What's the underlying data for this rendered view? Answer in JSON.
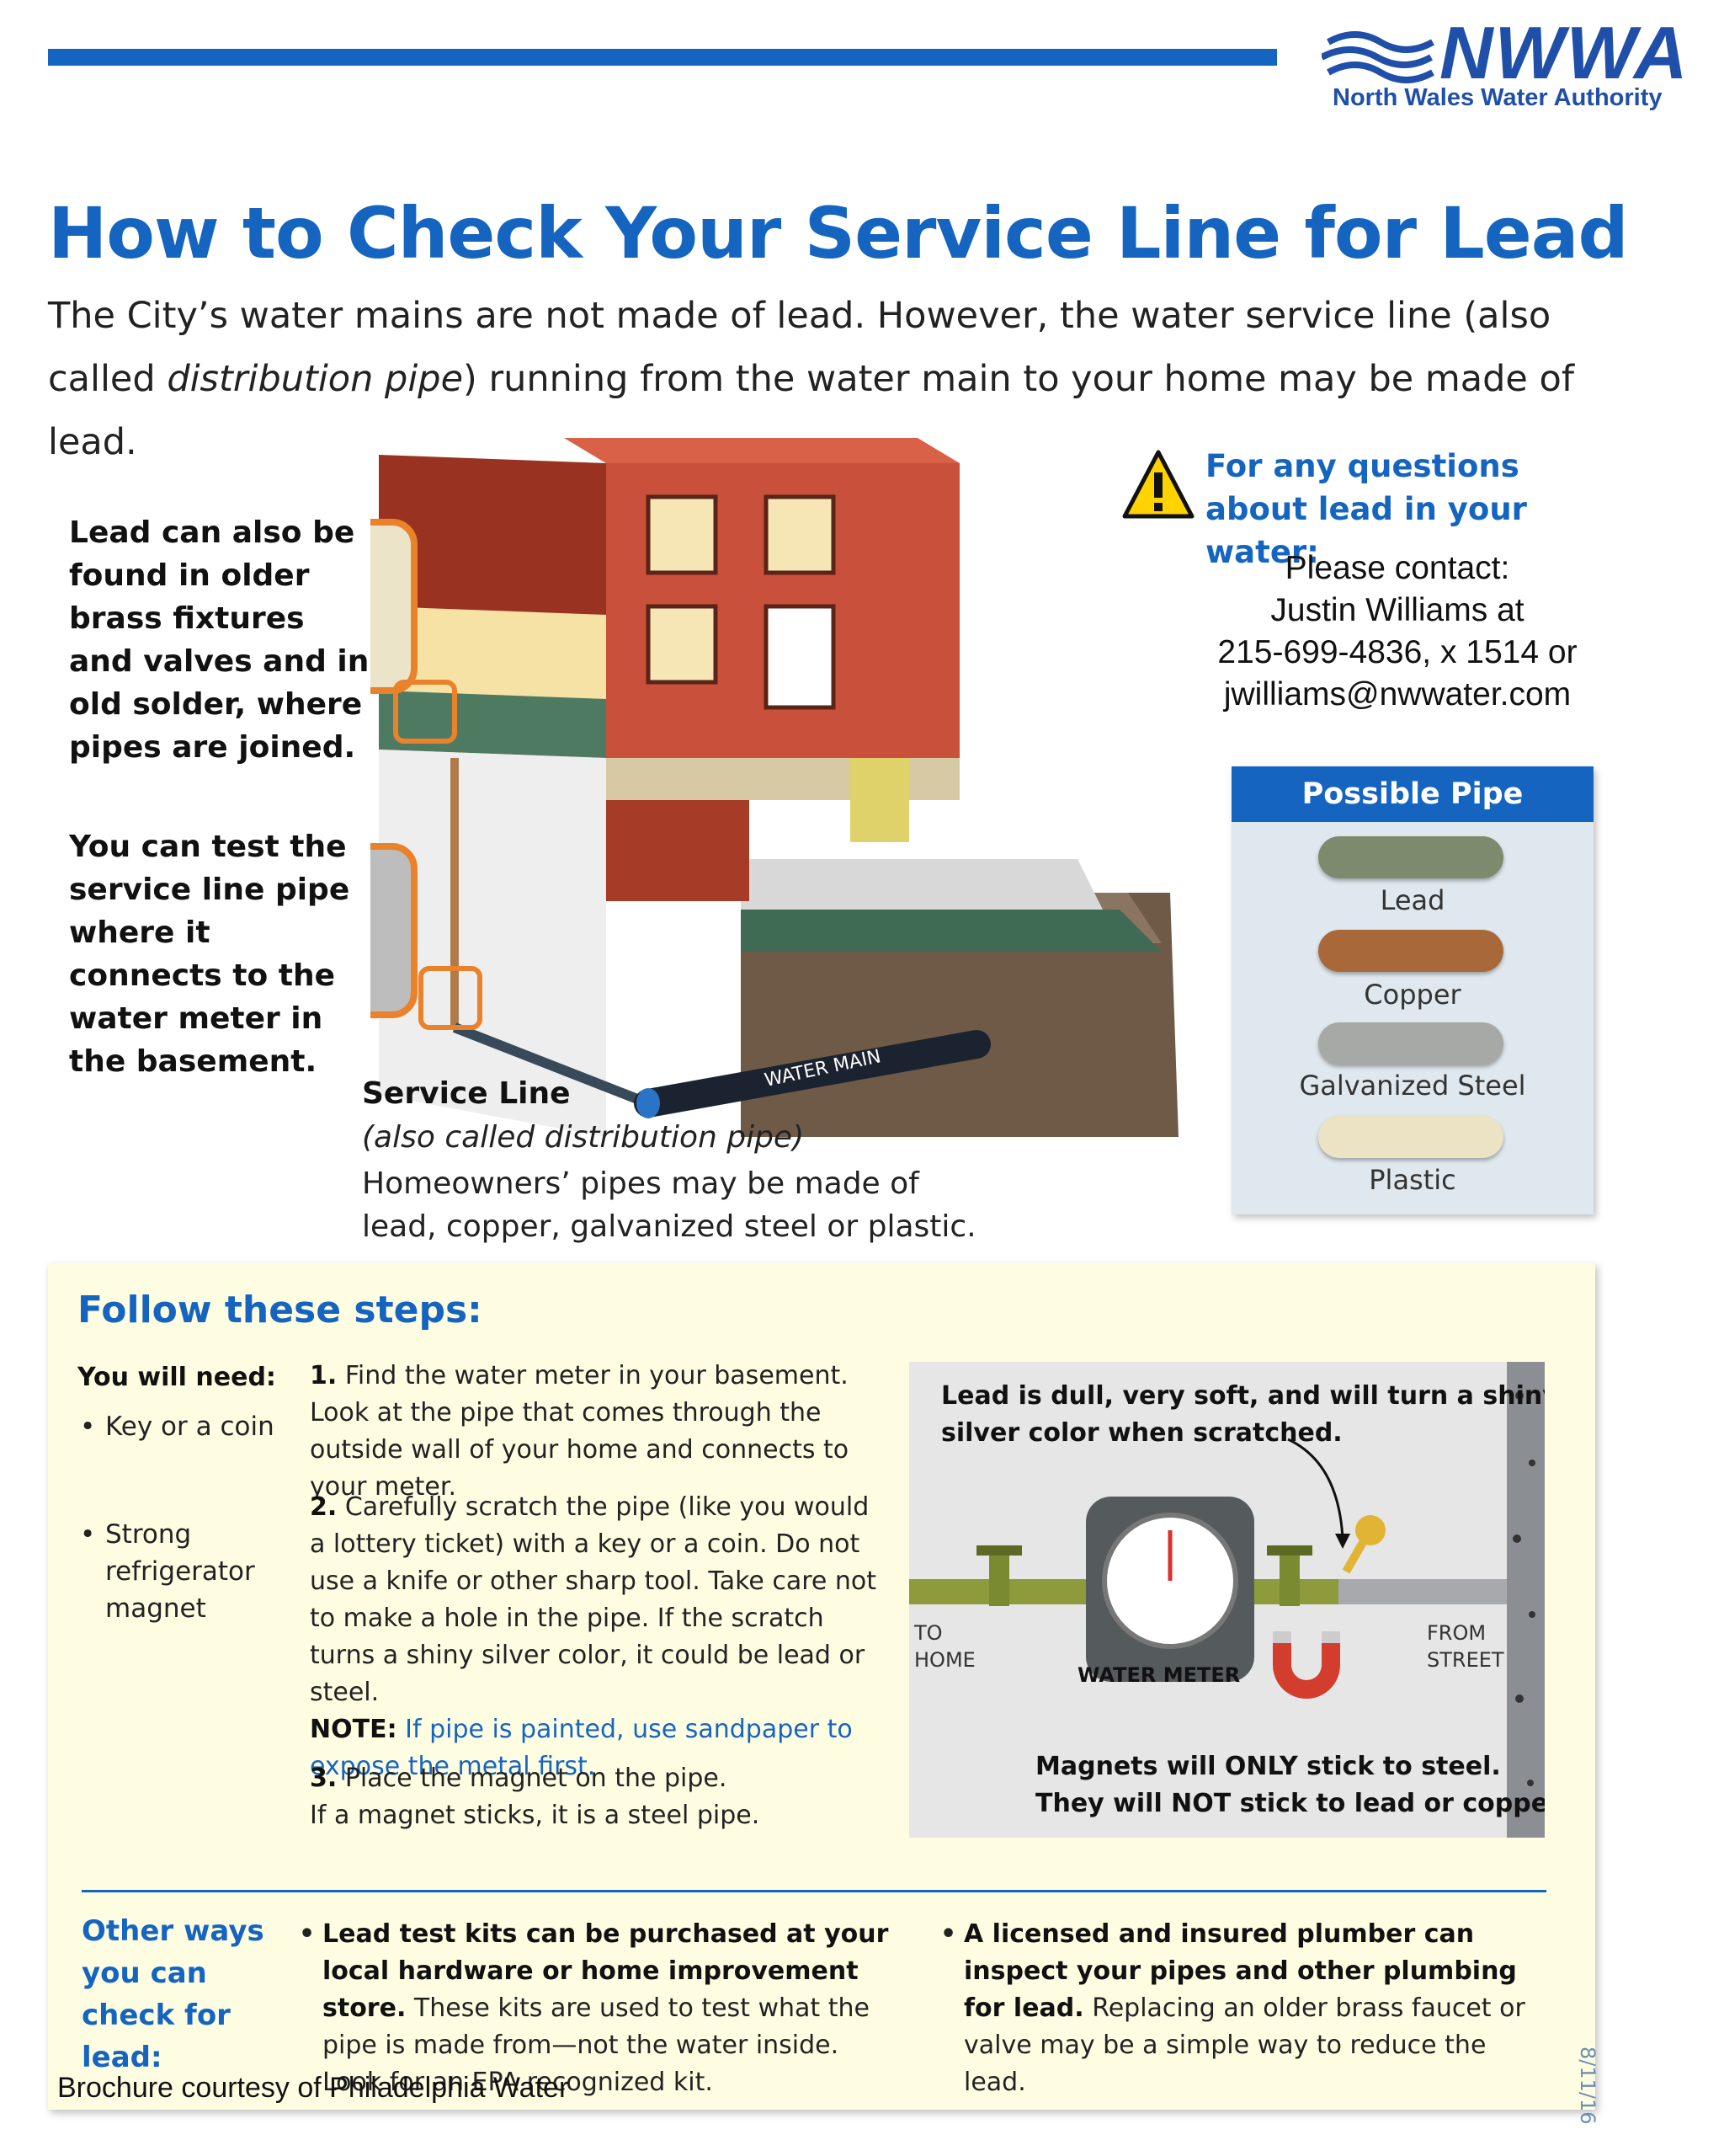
{
  "logo": {
    "wordmark": "NWWA",
    "subtitle": "North Wales Water Authority"
  },
  "title": "How to Check Your Service Line for Lead",
  "intro": {
    "line1": "The City’s water mains are not made of lead. However, the water service line (also",
    "line2_pre": "called ",
    "line2_em": "distribution pipe",
    "line2_post": ") running from the water main to your home may be made of lead."
  },
  "callouts": {
    "fixtures": "Lead can also be found in older brass fixtures and valves and in old solder, where pipes are joined.",
    "test": "You can test the service line pipe where it connects to the water meter in the basement."
  },
  "contact": {
    "heading": "For any questions about lead in your water:",
    "line1": "Please contact:",
    "line2": "Justin Williams at",
    "line3": "215-699-4836, x 1514 or",
    "line4": "jwilliams@nwwater.com"
  },
  "pipe_materials": {
    "heading": "Possible Pipe Materials",
    "items": [
      {
        "label": "Lead",
        "color": "#7d8a6e"
      },
      {
        "label": "Copper",
        "color": "#a8683a"
      },
      {
        "label": "Galvanized Steel",
        "color": "#a7a9a6"
      },
      {
        "label": "Plastic",
        "color": "#ece3c4"
      }
    ]
  },
  "house_labels": {
    "water_main": "WATER MAIN"
  },
  "service_line": {
    "title": "Service Line",
    "subtitle": "(also called distribution pipe)",
    "body": "Homeowners’ pipes may be made of lead, copper, galvanized steel or plastic."
  },
  "steps": {
    "heading": "Follow these steps:",
    "need_title": "You will need:",
    "need_items": [
      "Key or a coin",
      "Strong refrigerator magnet"
    ],
    "step1_num": "1.",
    "step1": "Find the water meter in your basement. Look at the pipe that comes through the outside wall of your home and connects to your meter.",
    "step2_num": "2.",
    "step2": "Carefully scratch the pipe (like you would a lottery ticket) with a key or a coin. Do not use a knife or other sharp tool. Take care not to make a hole in the pipe. If the scratch turns a shiny silver color, it could be lead or steel.",
    "note_label": "NOTE:",
    "note": "If pipe is painted, use sandpaper to expose the metal first.",
    "step3_num": "3.",
    "step3a": "Place the magnet on the pipe.",
    "step3b": "If a magnet sticks, it is a steel pipe."
  },
  "diagram": {
    "caption1": "Lead is dull, very soft, and will turn a shiny",
    "caption2": "silver color when scratched.",
    "to_home_1": "TO",
    "to_home_2": "HOME",
    "from_street_1": "FROM",
    "from_street_2": "STREET",
    "meter_label": "WATER METER",
    "magnet1": "Magnets will ONLY stick to steel.",
    "magnet2": "They will NOT stick to lead or copper."
  },
  "other_ways": {
    "heading": "Other ways you can check for lead:",
    "col1_bold": "Lead test kits can be purchased at your local hardware or home improvement store.",
    "col1_rest": " These kits are used to test what the pipe is made from—not the water inside. Look for an EPA recognized kit.",
    "col2_bold": "A licensed and insured plumber can inspect your pipes and other plumbing for lead.",
    "col2_rest": " Replacing an older brass faucet or valve may be a simple way to reduce the lead."
  },
  "courtesy": "Brochure courtesy of Philadelphia Water",
  "date": "8/11/16",
  "colors": {
    "accent": "#1565c0",
    "brick": "#c9503a",
    "steps_bg": "#fffde1"
  }
}
